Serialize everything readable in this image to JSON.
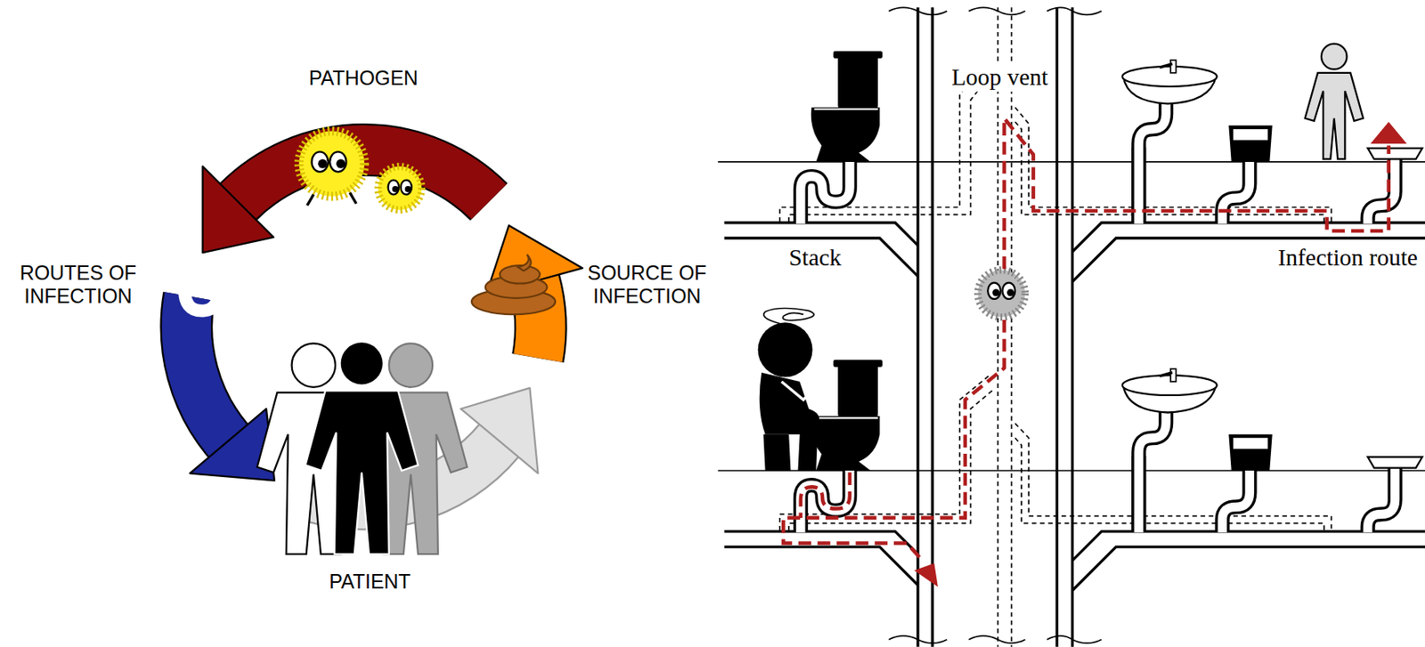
{
  "diagram": {
    "labels": [
      "PATHOGEN",
      "ROUTES OF INFECTION",
      "SOURCE OF INFECTION",
      "PATIENT",
      "Loop vent",
      "Stack",
      "Infection route"
    ]
  }
}
